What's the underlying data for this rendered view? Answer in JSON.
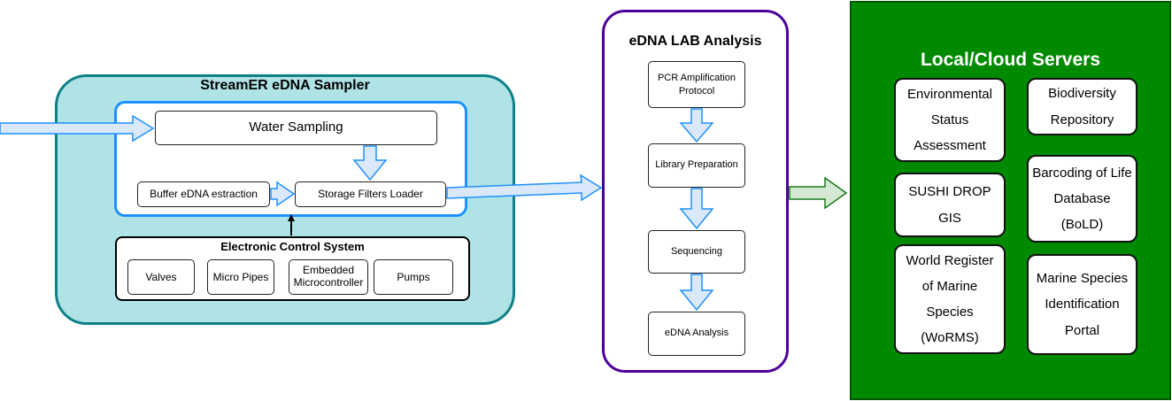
{
  "sampler": {
    "title": "StreamER eDNA Sampler",
    "water_sampling": "Water Sampling",
    "buffer_extraction": "Buffer eDNA estraction",
    "storage_filters": "Storage Filters Loader",
    "control_system": {
      "title": "Electronic Control System",
      "items": [
        "Valves",
        "Micro Pipes",
        "Embedded Microcontroller",
        "Pumps"
      ]
    }
  },
  "lab": {
    "title": "eDNA LAB Analysis",
    "steps": [
      "PCR Amplification Protocol",
      "Library Preparation",
      "Sequencing",
      "eDNA Analysis"
    ]
  },
  "servers": {
    "title": "Local/Cloud Servers",
    "items": [
      "Environmental Status Assessment",
      "Biodiversity Repository",
      "SUSHI DROP GIS",
      "Barcoding of Life Database (BoLD)",
      "World Register of Marine Species (WoRMS)",
      "Marine Species Identification Portal"
    ]
  },
  "colors": {
    "sampler_fill": "#b0e3e6",
    "sampler_border": "#0e8088",
    "inner_border": "#1e90ff",
    "arrow_fill": "#dae8fc",
    "arrow_stroke": "#1e90ff",
    "lab_border": "#4c0099",
    "server_fill": "#008a00",
    "green_arrow_fill": "#d5e8d4",
    "green_arrow_stroke": "#1a7a1a"
  }
}
